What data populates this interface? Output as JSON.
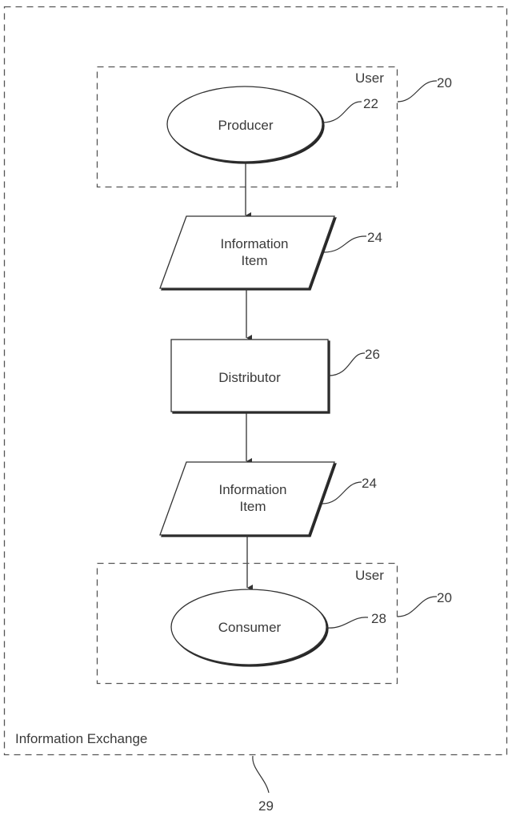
{
  "diagram": {
    "outer_container": {
      "label": "Information Exchange",
      "ref": "29"
    },
    "user_boxes": [
      {
        "label": "User",
        "ref": "20"
      },
      {
        "label": "User",
        "ref": "20"
      }
    ],
    "nodes": [
      {
        "id": "producer",
        "shape": "ellipse",
        "lines": [
          "Producer"
        ],
        "ref": "22"
      },
      {
        "id": "info1",
        "shape": "parallelogram",
        "lines": [
          "Information",
          "Item"
        ],
        "ref": "24"
      },
      {
        "id": "distributor",
        "shape": "rectangle",
        "lines": [
          "Distributor"
        ],
        "ref": "26"
      },
      {
        "id": "info2",
        "shape": "parallelogram",
        "lines": [
          "Information",
          "Item"
        ],
        "ref": "24"
      },
      {
        "id": "consumer",
        "shape": "ellipse",
        "lines": [
          "Consumer"
        ],
        "ref": "28"
      }
    ],
    "edges": [
      {
        "from": "producer",
        "to": "info1"
      },
      {
        "from": "info1",
        "to": "distributor"
      },
      {
        "from": "distributor",
        "to": "info2"
      },
      {
        "from": "info2",
        "to": "consumer"
      }
    ],
    "colors": {
      "stroke": "#333333",
      "dash": "#555555",
      "text": "#3a3a3a",
      "background": "#ffffff"
    }
  }
}
